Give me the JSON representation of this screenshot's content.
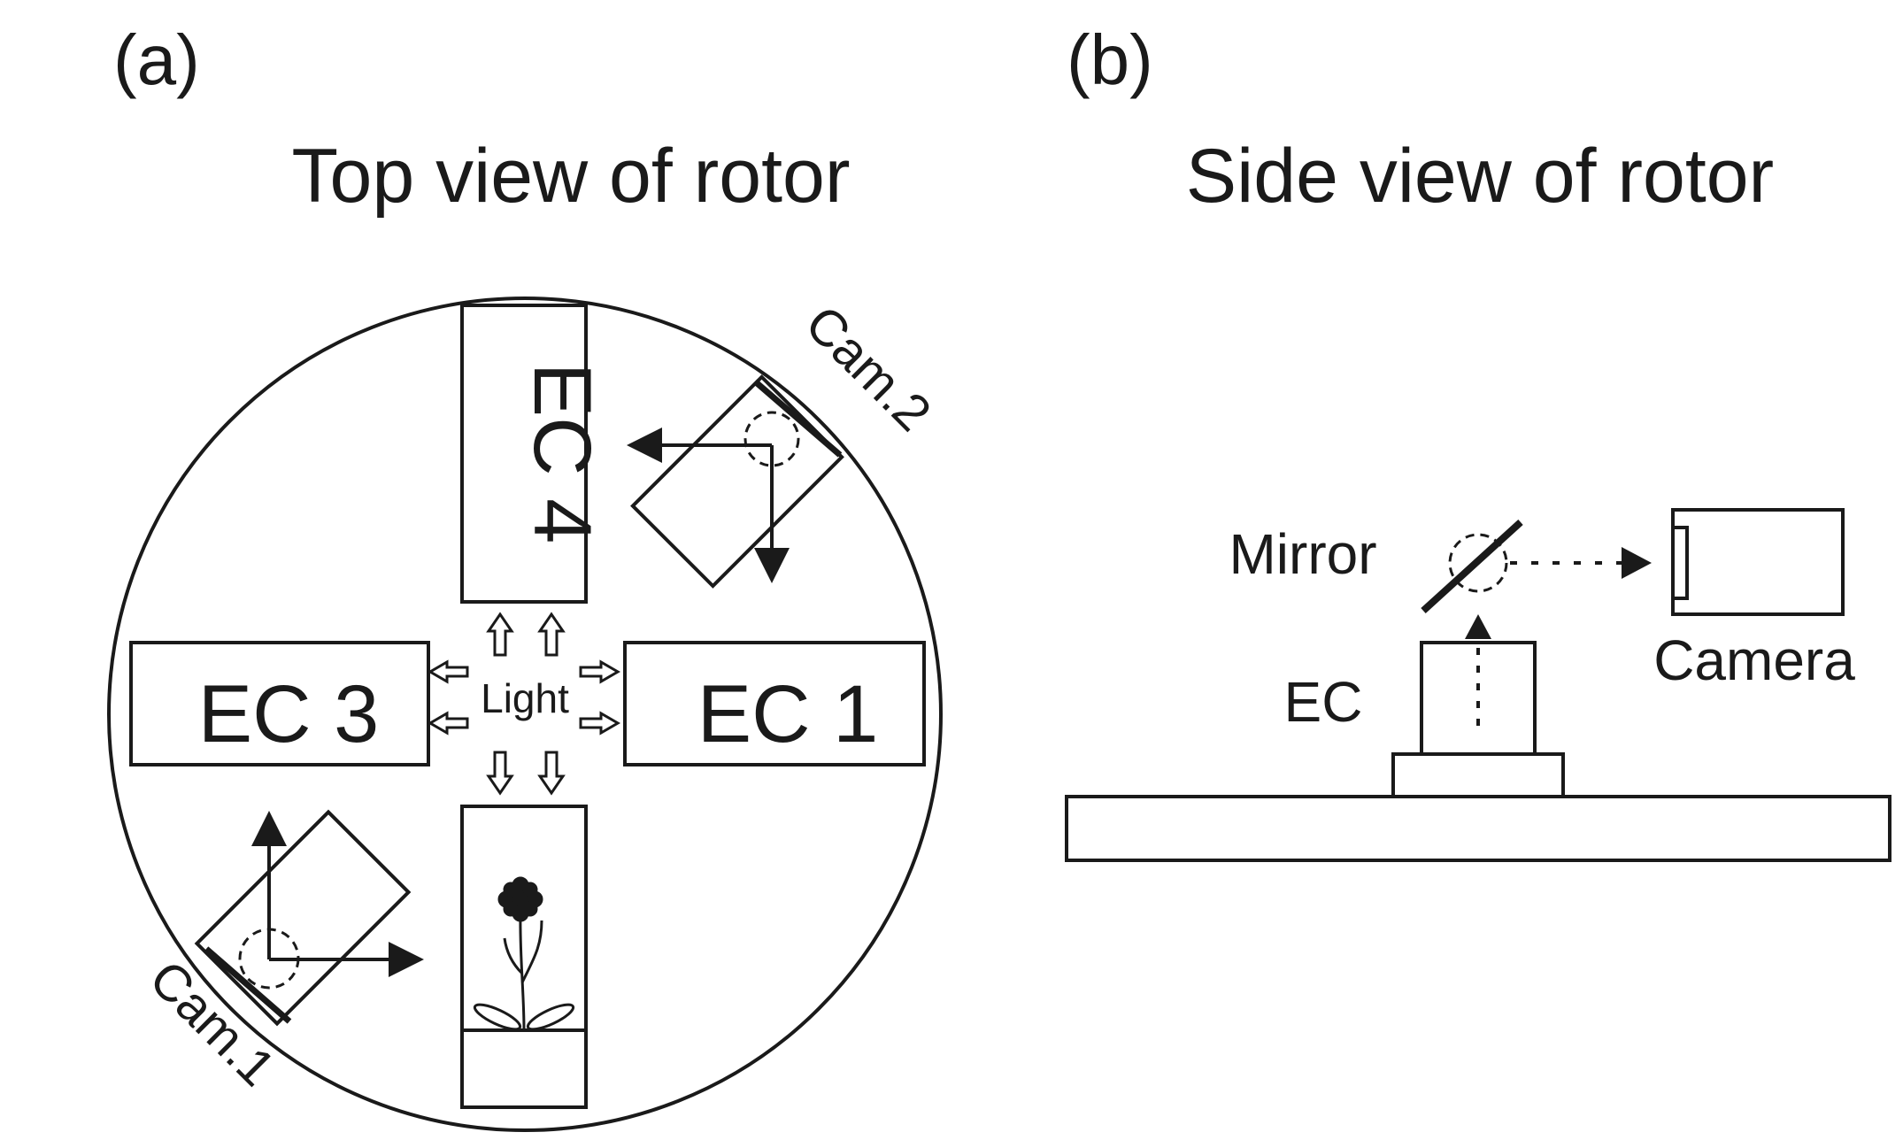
{
  "panel_a": {
    "label": "(a)",
    "title": "Top view of rotor",
    "chambers": {
      "ec1": "EC 1",
      "ec3": "EC 3",
      "ec4": "EC 4"
    },
    "center_label": "Light",
    "cam1_label": "Cam.1",
    "cam2_label": "Cam.2"
  },
  "panel_b": {
    "label": "(b)",
    "title": "Side view of rotor",
    "mirror_label": "Mirror",
    "ec_label": "EC",
    "camera_label": "Camera"
  },
  "colors": {
    "ink": "#1a1a1a",
    "background": "#ffffff"
  }
}
